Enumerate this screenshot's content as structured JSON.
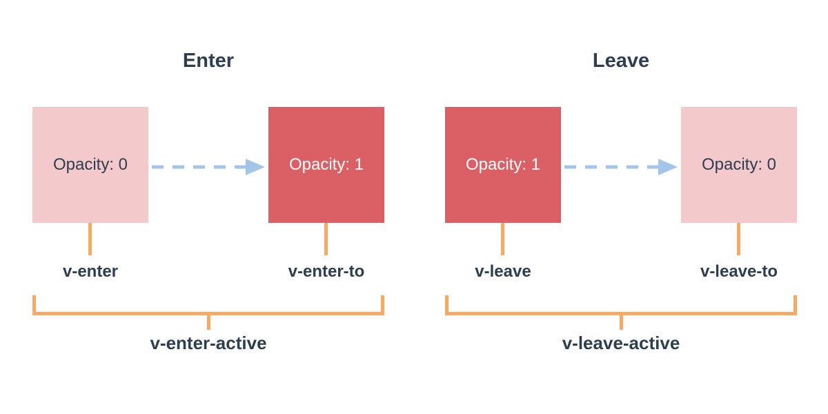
{
  "colors": {
    "navy": "#2c3e50",
    "pink": "#f4c9cc",
    "red": "#db6066",
    "blue": "#a4c4e8",
    "orange": "#f6aa64"
  },
  "panels": [
    {
      "id": "enter",
      "title": "Enter",
      "boxes": [
        {
          "label": "Opacity: 0",
          "state": "faded"
        },
        {
          "label": "Opacity: 1",
          "state": "solid"
        }
      ],
      "labels": {
        "from": "v-enter",
        "to": "v-enter-to",
        "active": "v-enter-active"
      }
    },
    {
      "id": "leave",
      "title": "Leave",
      "boxes": [
        {
          "label": "Opacity: 1",
          "state": "solid"
        },
        {
          "label": "Opacity: 0",
          "state": "faded"
        }
      ],
      "labels": {
        "from": "v-leave",
        "to": "v-leave-to",
        "active": "v-leave-active"
      }
    }
  ]
}
